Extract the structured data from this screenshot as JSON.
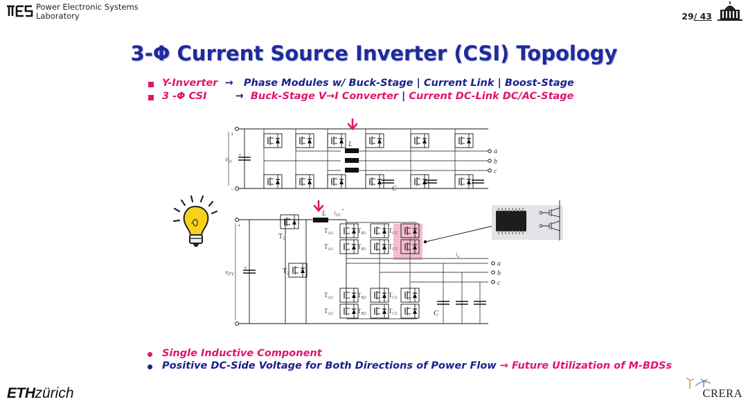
{
  "header": {
    "lab_name_line1": "Power Electronic Systems",
    "lab_name_line2": "Laboratory",
    "page_current": "29",
    "page_total": "/ 43"
  },
  "slide": {
    "title": "3-Φ Current Source Inverter (CSI) Topology",
    "bullets_top": [
      {
        "label": "Y-Inverter",
        "arrow": "→",
        "text_a": "Phase Modules  w/ Buck-Stage",
        "sep1": "|",
        "text_b": "Current Link",
        "sep2": "|",
        "text_c": "Boost-Stage"
      },
      {
        "label": "3 -Φ CSI",
        "arrow": "→",
        "text_a": "Buck-Stage V→I Converter",
        "sep1": "|",
        "text_b": "Current DC-Link DC/AC-Stage"
      }
    ],
    "bullets_bottom": [
      {
        "text": "Single Inductive Component"
      },
      {
        "text": "Positive DC-Side Voltage for Both Directions of Power Flow",
        "arrow": "→",
        "text_b": "Future Utilization of M-BDSs"
      }
    ]
  },
  "diagram": {
    "top": {
      "v_label": "v",
      "v_sub": "in",
      "L": "L",
      "C": "C",
      "phases": [
        "a",
        "b",
        "c"
      ]
    },
    "bottom": {
      "v_label": "v",
      "v_sub": "PV",
      "L": "L",
      "i_label": "i",
      "i_sub": "DC",
      "i_sup": "*",
      "T1": "T",
      "T1_sub": "1",
      "T2": "T",
      "T2_sub": "2",
      "switches": [
        "A1",
        "B1",
        "C1",
        "A2",
        "B2",
        "C2"
      ],
      "ia": "i",
      "ia_sub": "a",
      "C": "C",
      "phases": [
        "a",
        "b",
        "c"
      ]
    },
    "plus": "+",
    "minus": "−"
  },
  "footer": {
    "eth_bold": "ETH",
    "eth_rest": "zürich",
    "crera": "CRERA"
  },
  "colors": {
    "title": "#1f2a9c",
    "accent_pink": "#e0146e",
    "navy_text": "#1a1f8c",
    "highlight": "#f3bcd0",
    "bulb": "#f6d21a"
  }
}
